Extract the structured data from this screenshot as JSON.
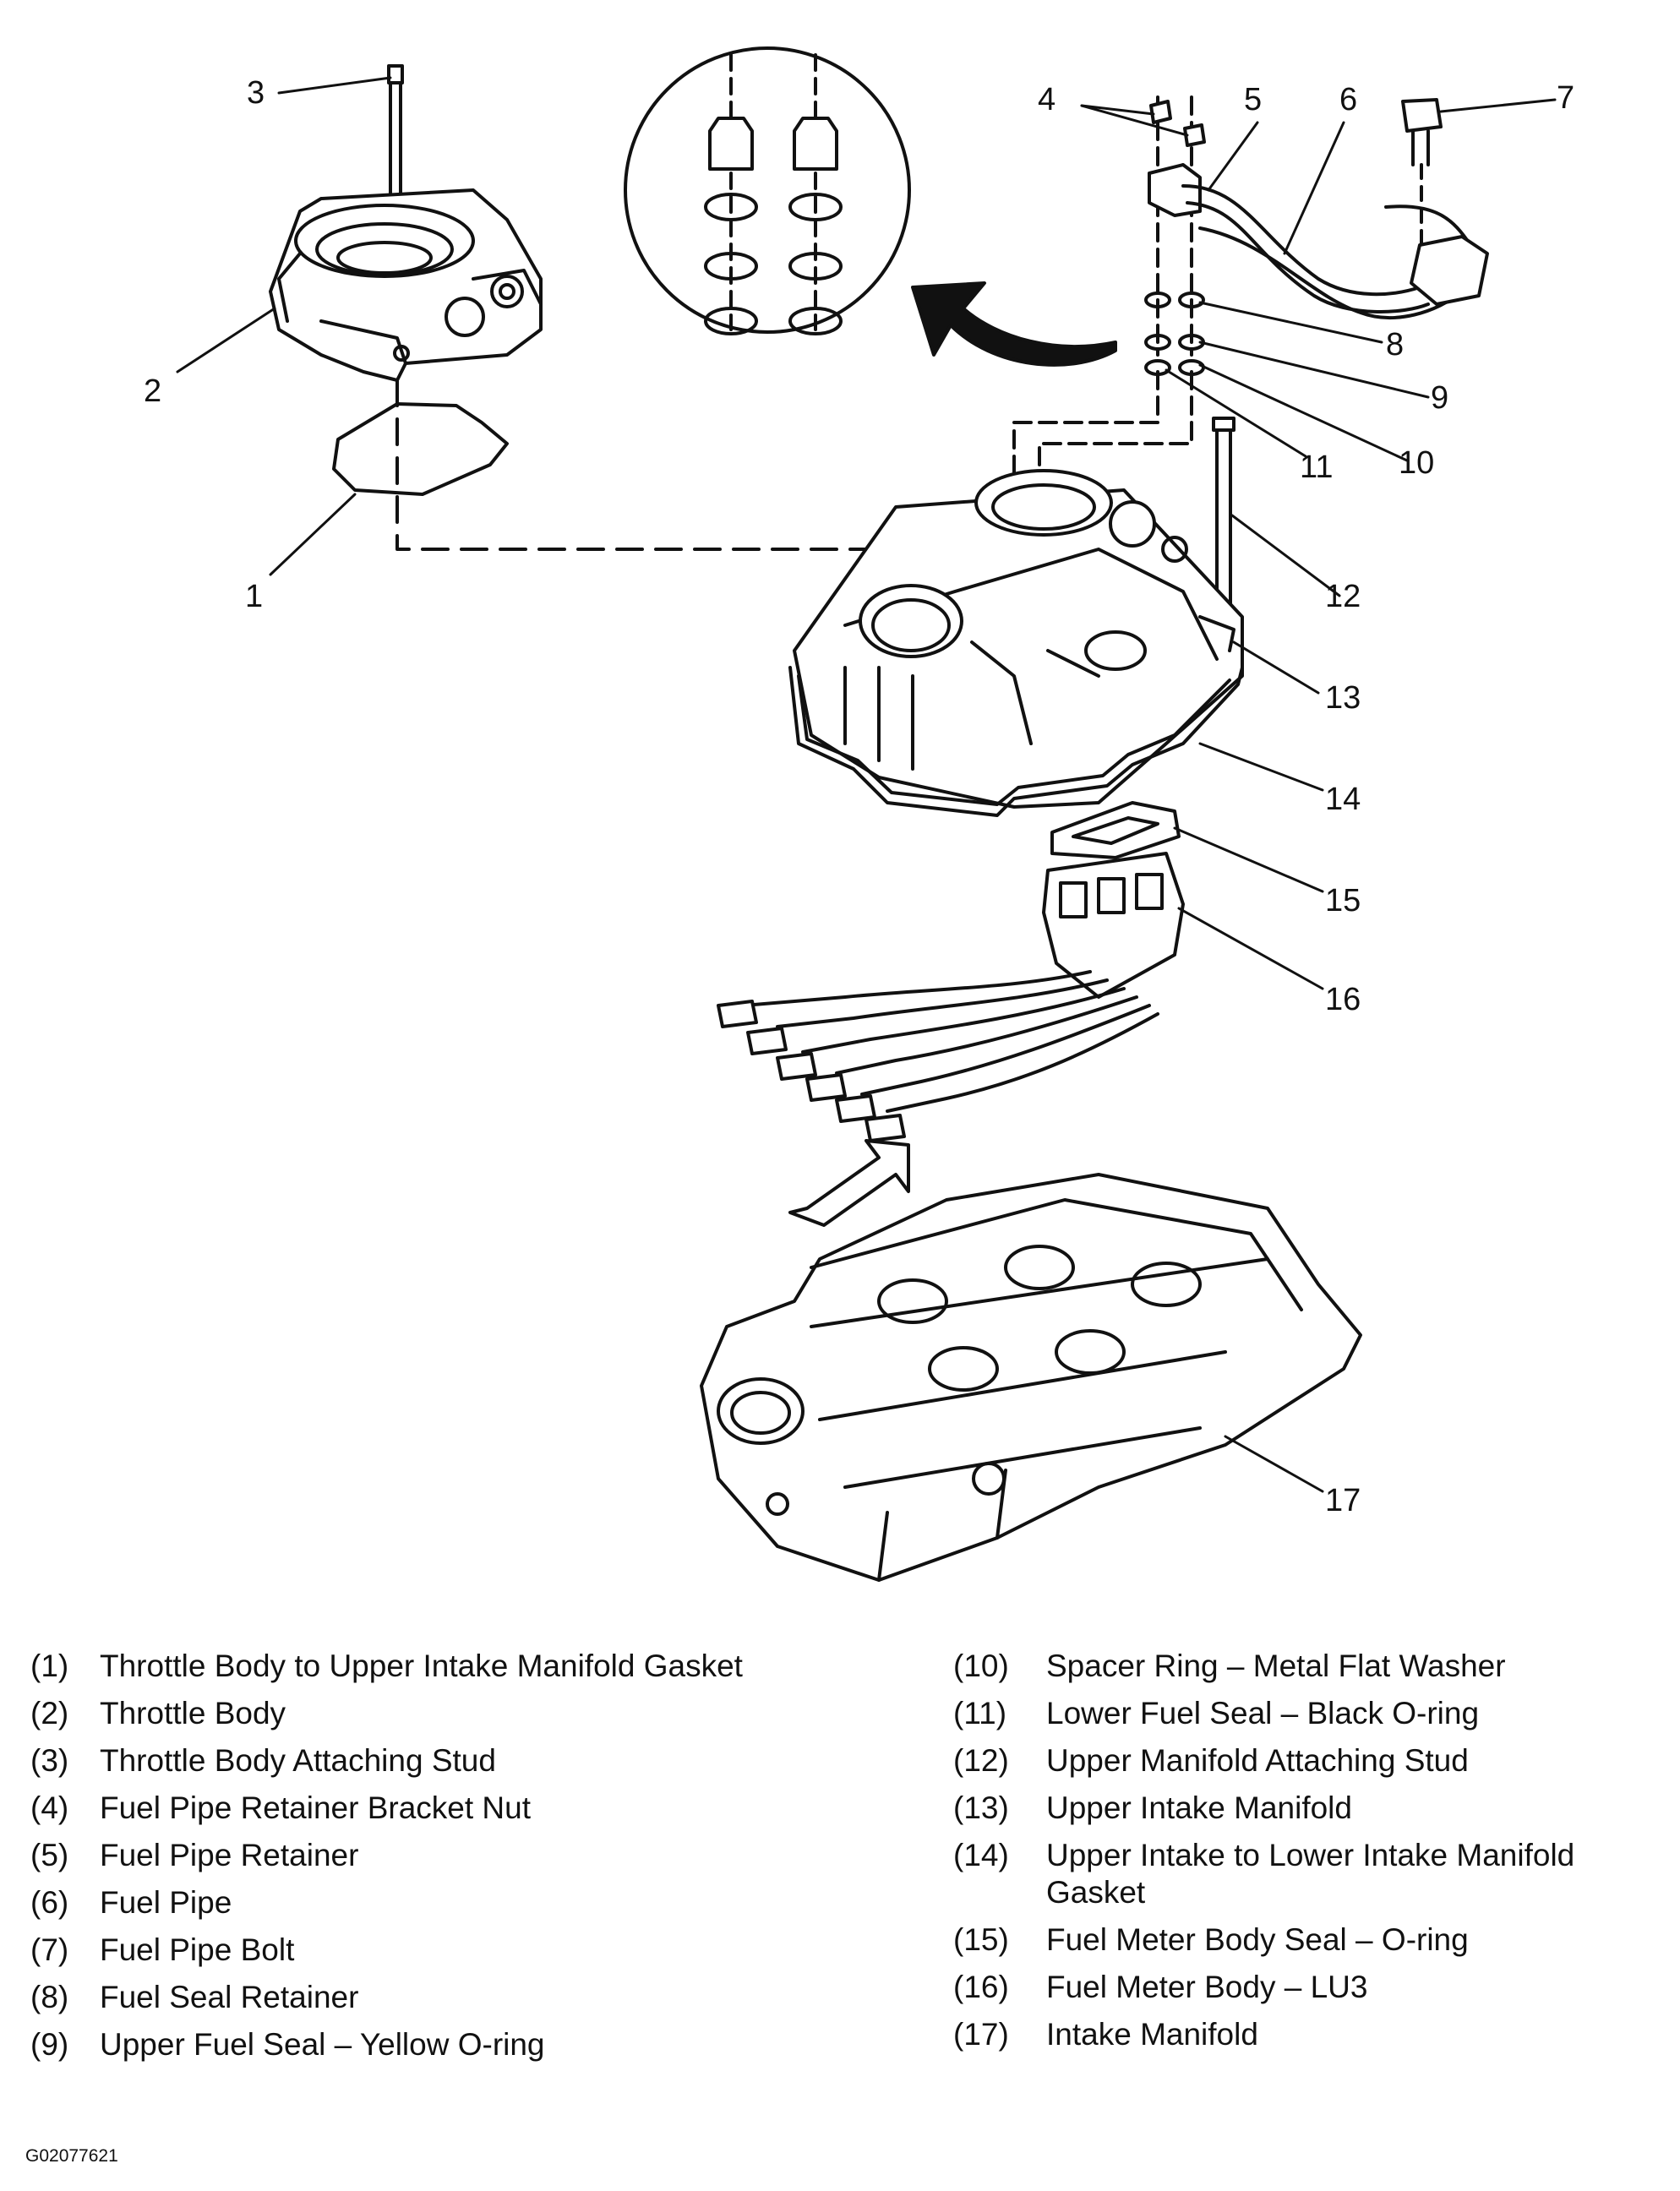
{
  "callouts": [
    "1",
    "2",
    "3",
    "4",
    "5",
    "6",
    "7",
    "8",
    "9",
    "10",
    "11",
    "12",
    "13",
    "14",
    "15",
    "16",
    "17"
  ],
  "legend_left": [
    {
      "num": "(1)",
      "text": "Throttle Body to Upper Intake Manifold Gasket"
    },
    {
      "num": "(2)",
      "text": "Throttle Body"
    },
    {
      "num": "(3)",
      "text": "Throttle Body Attaching Stud"
    },
    {
      "num": "(4)",
      "text": "Fuel Pipe Retainer Bracket Nut"
    },
    {
      "num": "(5)",
      "text": "Fuel Pipe Retainer"
    },
    {
      "num": "(6)",
      "text": "Fuel Pipe"
    },
    {
      "num": "(7)",
      "text": "Fuel Pipe Bolt"
    },
    {
      "num": "(8)",
      "text": "Fuel Seal Retainer"
    },
    {
      "num": "(9)",
      "text": "Upper Fuel Seal – Yellow O-ring"
    }
  ],
  "legend_right": [
    {
      "num": "(10)",
      "text": "Spacer Ring – Metal Flat Washer"
    },
    {
      "num": "(11)",
      "text": "Lower Fuel Seal – Black O-ring"
    },
    {
      "num": "(12)",
      "text": "Upper Manifold Attaching Stud"
    },
    {
      "num": "(13)",
      "text": "Upper Intake Manifold"
    },
    {
      "num": "(14)",
      "text": "Upper Intake to Lower Intake Manifold Gasket"
    },
    {
      "num": "(15)",
      "text": "Fuel Meter Body Seal – O-ring"
    },
    {
      "num": "(16)",
      "text": "Fuel Meter Body – LU3"
    },
    {
      "num": "(17)",
      "text": "Intake Manifold"
    }
  ],
  "figure_id": "G02077621",
  "colors": {
    "line": "#111111",
    "background": "#ffffff"
  }
}
